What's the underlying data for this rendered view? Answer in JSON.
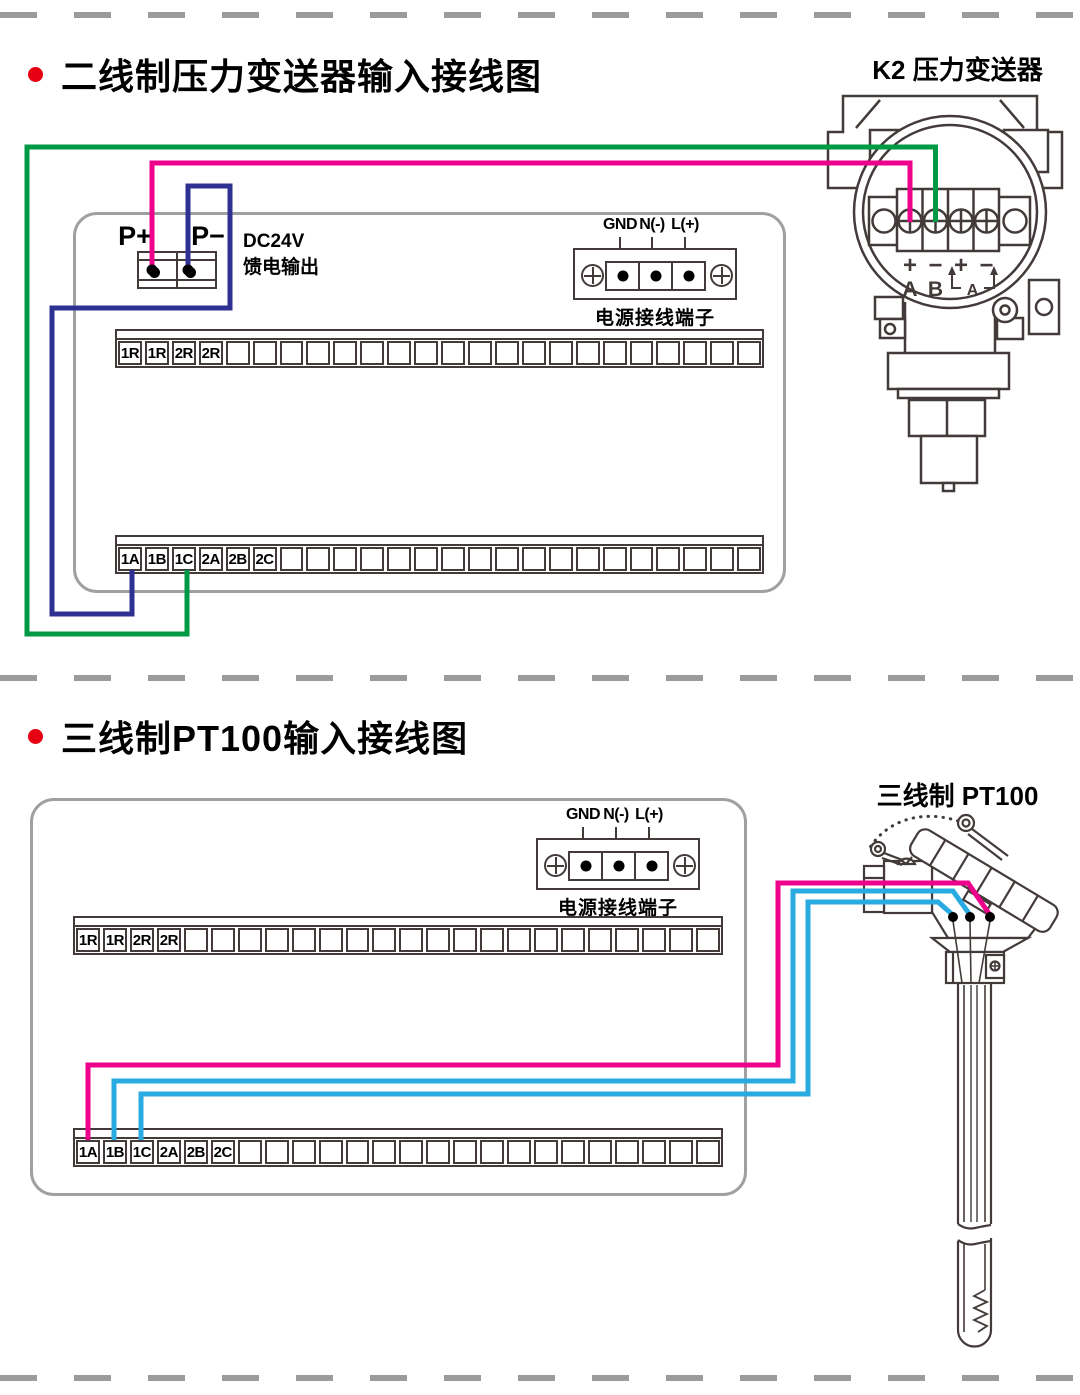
{
  "colors": {
    "pink": "#EC008C",
    "cyan": "#29ABE2",
    "green": "#009944",
    "blue": "#2E3192",
    "gray": "#9FA0A0",
    "line": "#433b39",
    "bullet": "#e60012"
  },
  "section1": {
    "title": "二线制压力变送器输入接线图",
    "device_title": "K2  压力变送器",
    "p_plus": "P+",
    "p_minus": "P−",
    "feed_line1": "DC24V",
    "feed_line2": "馈电输出",
    "power": {
      "gnd": "GND",
      "n": "N(-)",
      "l": "L(+)",
      "caption": "电源接线端子"
    },
    "strip_top": {
      "labels": [
        "1R",
        "1R",
        "2R",
        "2R"
      ],
      "cells": 24
    },
    "strip_bottom": {
      "labels": [
        "1A",
        "1B",
        "1C",
        "2A",
        "2B",
        "2C"
      ],
      "cells": 24
    },
    "transmitter": {
      "polarity": [
        "+",
        "−",
        "+",
        "−"
      ],
      "terms": [
        "A",
        "B"
      ],
      "bracket": "A"
    }
  },
  "section2": {
    "title": "三线制PT100输入接线图",
    "device_title": "三线制  PT100",
    "power": {
      "gnd": "GND",
      "n": "N(-)",
      "l": "L(+)",
      "caption": "电源接线端子"
    },
    "strip_top": {
      "labels": [
        "1R",
        "1R",
        "2R",
        "2R"
      ],
      "cells": 24
    },
    "strip_bottom": {
      "labels": [
        "1A",
        "1B",
        "1C",
        "2A",
        "2B",
        "2C"
      ],
      "cells": 24
    }
  }
}
